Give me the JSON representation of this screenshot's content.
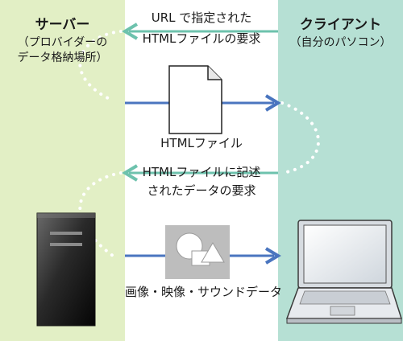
{
  "server": {
    "title": "サーバー",
    "subtitle_line1": "（プロバイダーの",
    "subtitle_line2": "データ格納場所）"
  },
  "client": {
    "title": "クライアント",
    "subtitle": "（自分のパソコン）"
  },
  "messages": {
    "request_line1": "URL で指定された",
    "request_line2": "HTMLファイルの要求",
    "html_file": "HTMLファイル",
    "data_request_line1": "HTMLファイルに記述",
    "data_request_line2": "されたデータの要求",
    "media_data": "画像・映像・サウンドデータ"
  },
  "icons": {
    "server": "server-tower-icon",
    "client": "laptop-icon",
    "file": "document-icon",
    "media": "shapes-media-icon"
  },
  "colors": {
    "server_bg": "#e2efc5",
    "client_bg": "#b6e0d4",
    "request_arrow": "#6dc2ad",
    "response_arrow": "#4a75bf"
  }
}
